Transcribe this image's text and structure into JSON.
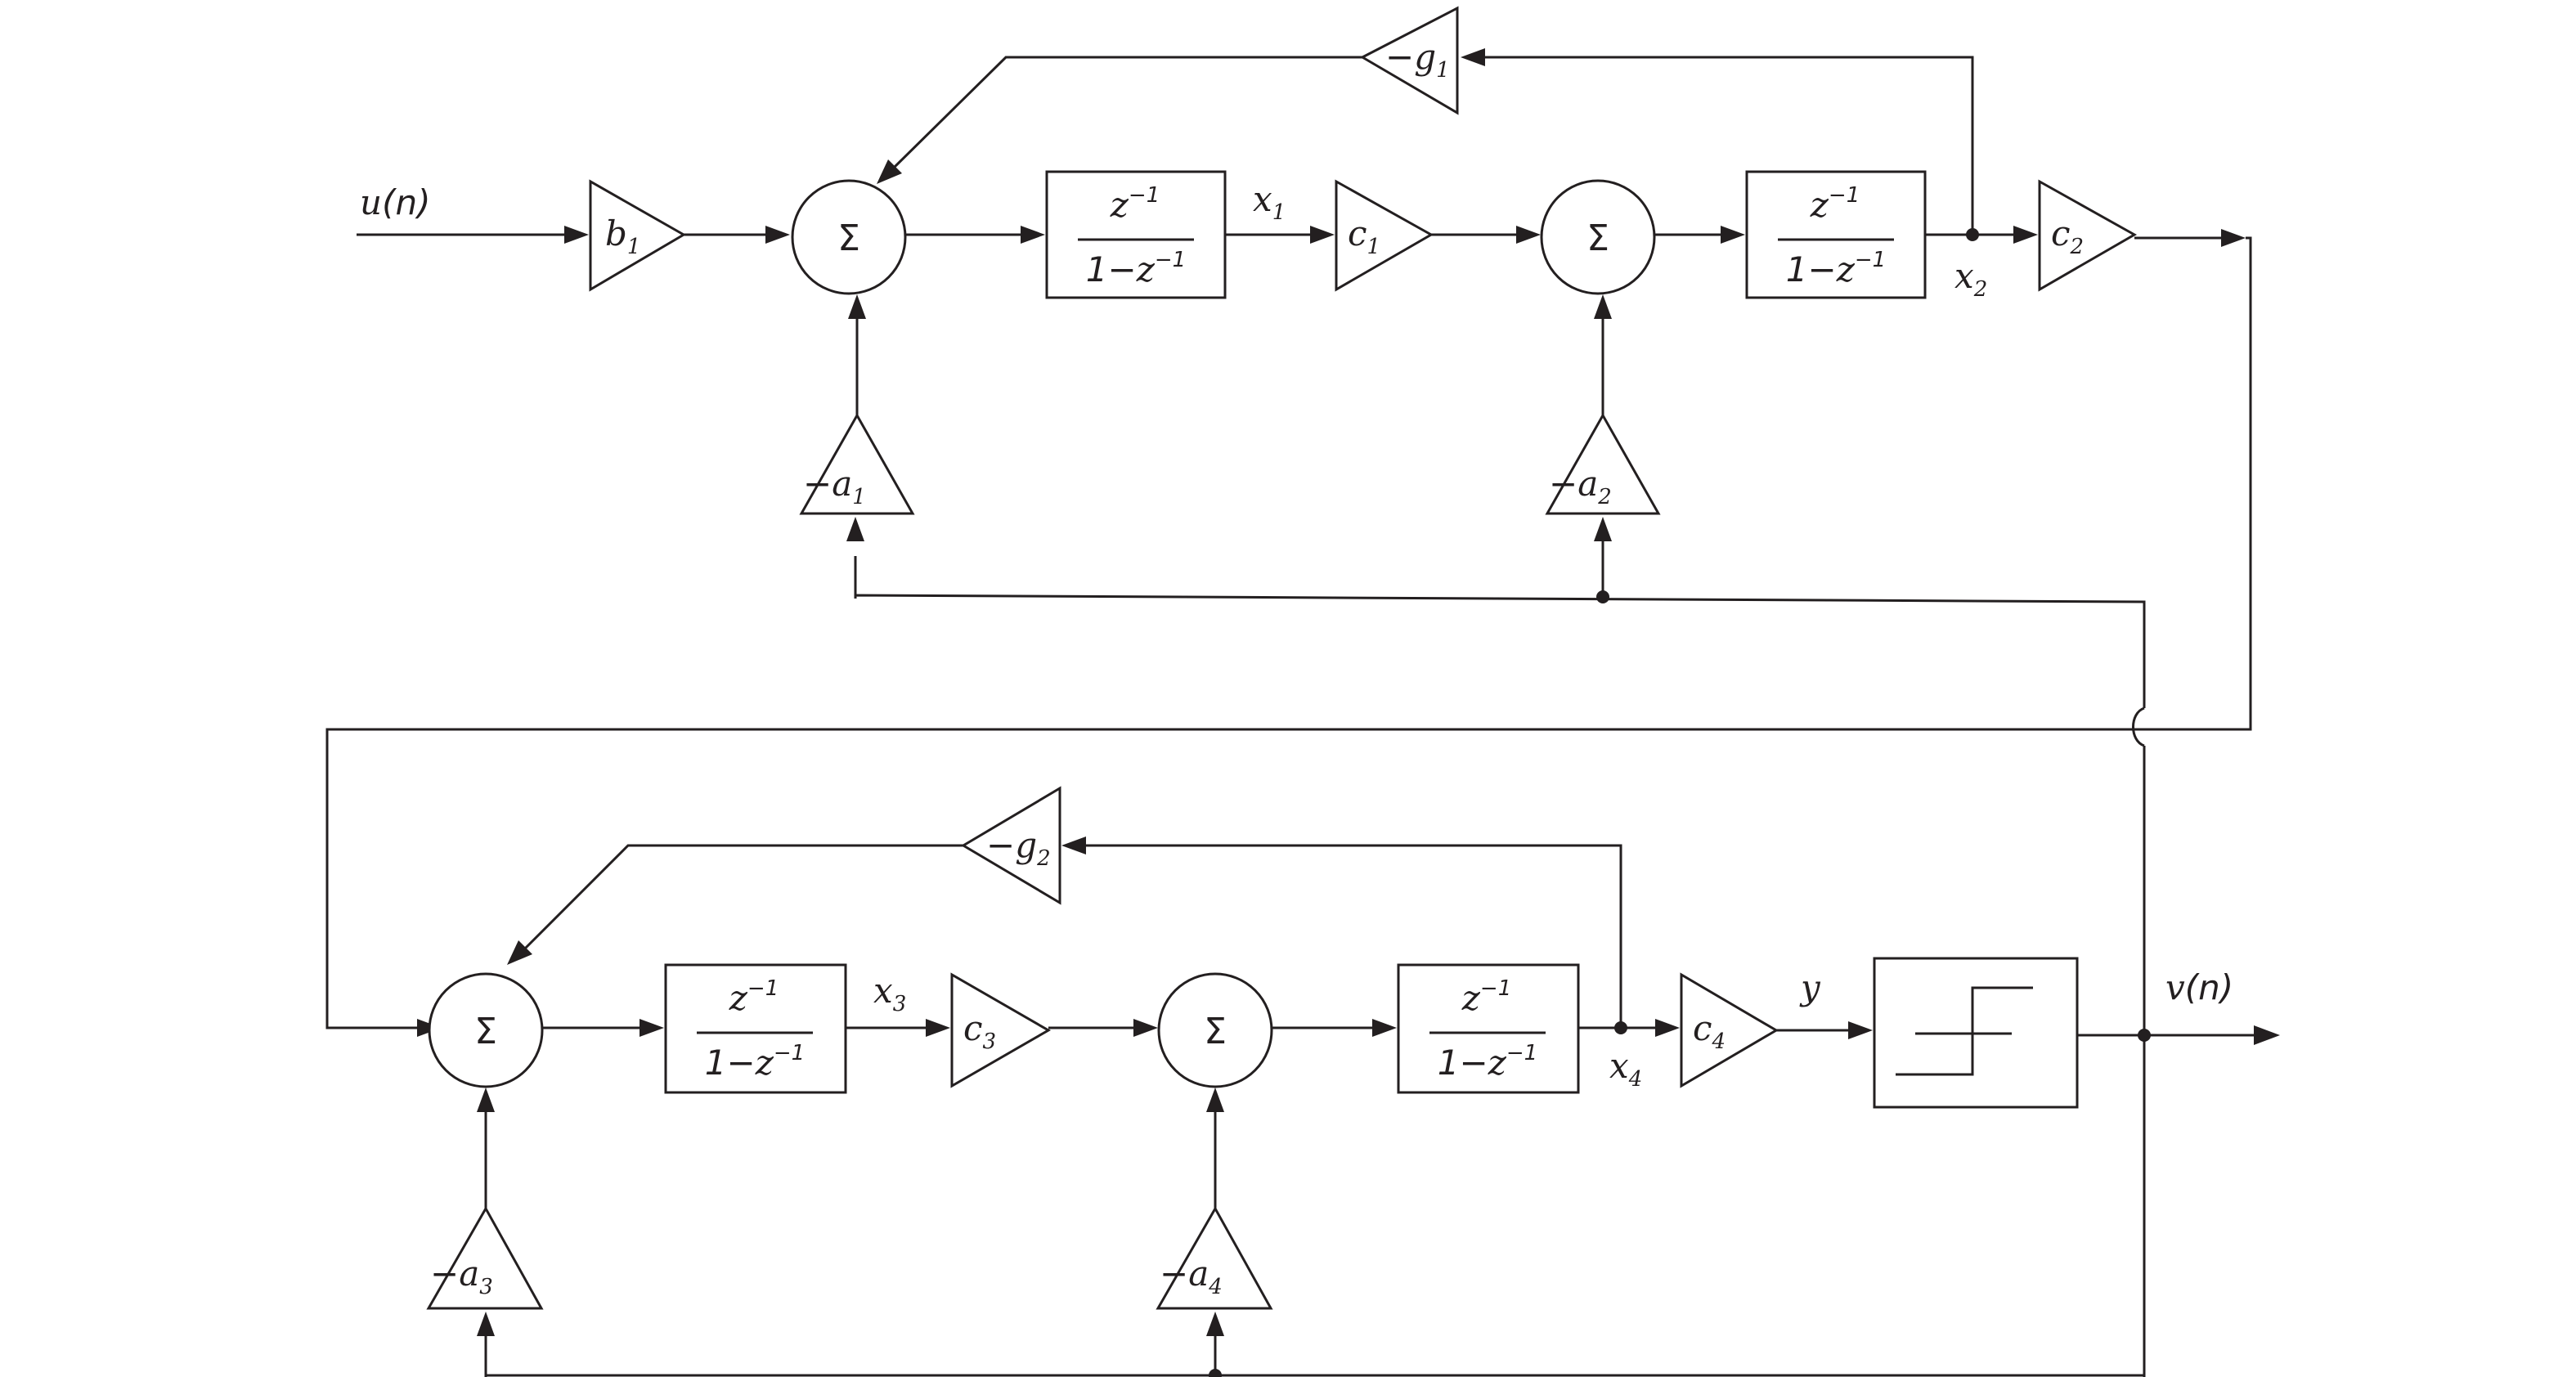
{
  "signals": {
    "input": {
      "name": "u",
      "arg": "(n)"
    },
    "output": {
      "name": "v",
      "arg": "(n)"
    },
    "y": "y",
    "x1": {
      "var": "x",
      "index": "1"
    },
    "x2": {
      "var": "x",
      "index": "2"
    },
    "x3": {
      "var": "x",
      "index": "3"
    },
    "x4": {
      "var": "x",
      "index": "4"
    }
  },
  "gains": {
    "b1": {
      "var": "b",
      "index": "1"
    },
    "c1": {
      "var": "c",
      "index": "1"
    },
    "c2": {
      "var": "c",
      "index": "2"
    },
    "c3": {
      "var": "c",
      "index": "3"
    },
    "c4": {
      "var": "c",
      "index": "4"
    },
    "a1": {
      "sign": "−",
      "var": "a",
      "index": "1"
    },
    "a2": {
      "sign": "−",
      "var": "a",
      "index": "2"
    },
    "a3": {
      "sign": "−",
      "var": "a",
      "index": "3"
    },
    "a4": {
      "sign": "−",
      "var": "a",
      "index": "4"
    },
    "g1": {
      "sign": "−",
      "var": "g",
      "index": "1"
    },
    "g2": {
      "sign": "−",
      "var": "g",
      "index": "2"
    }
  },
  "summer": {
    "symbol": "Σ"
  },
  "integrator": {
    "num_var": "z",
    "num_exp": "−1",
    "den_one": "1−",
    "den_var": "z",
    "den_exp": "−1"
  }
}
